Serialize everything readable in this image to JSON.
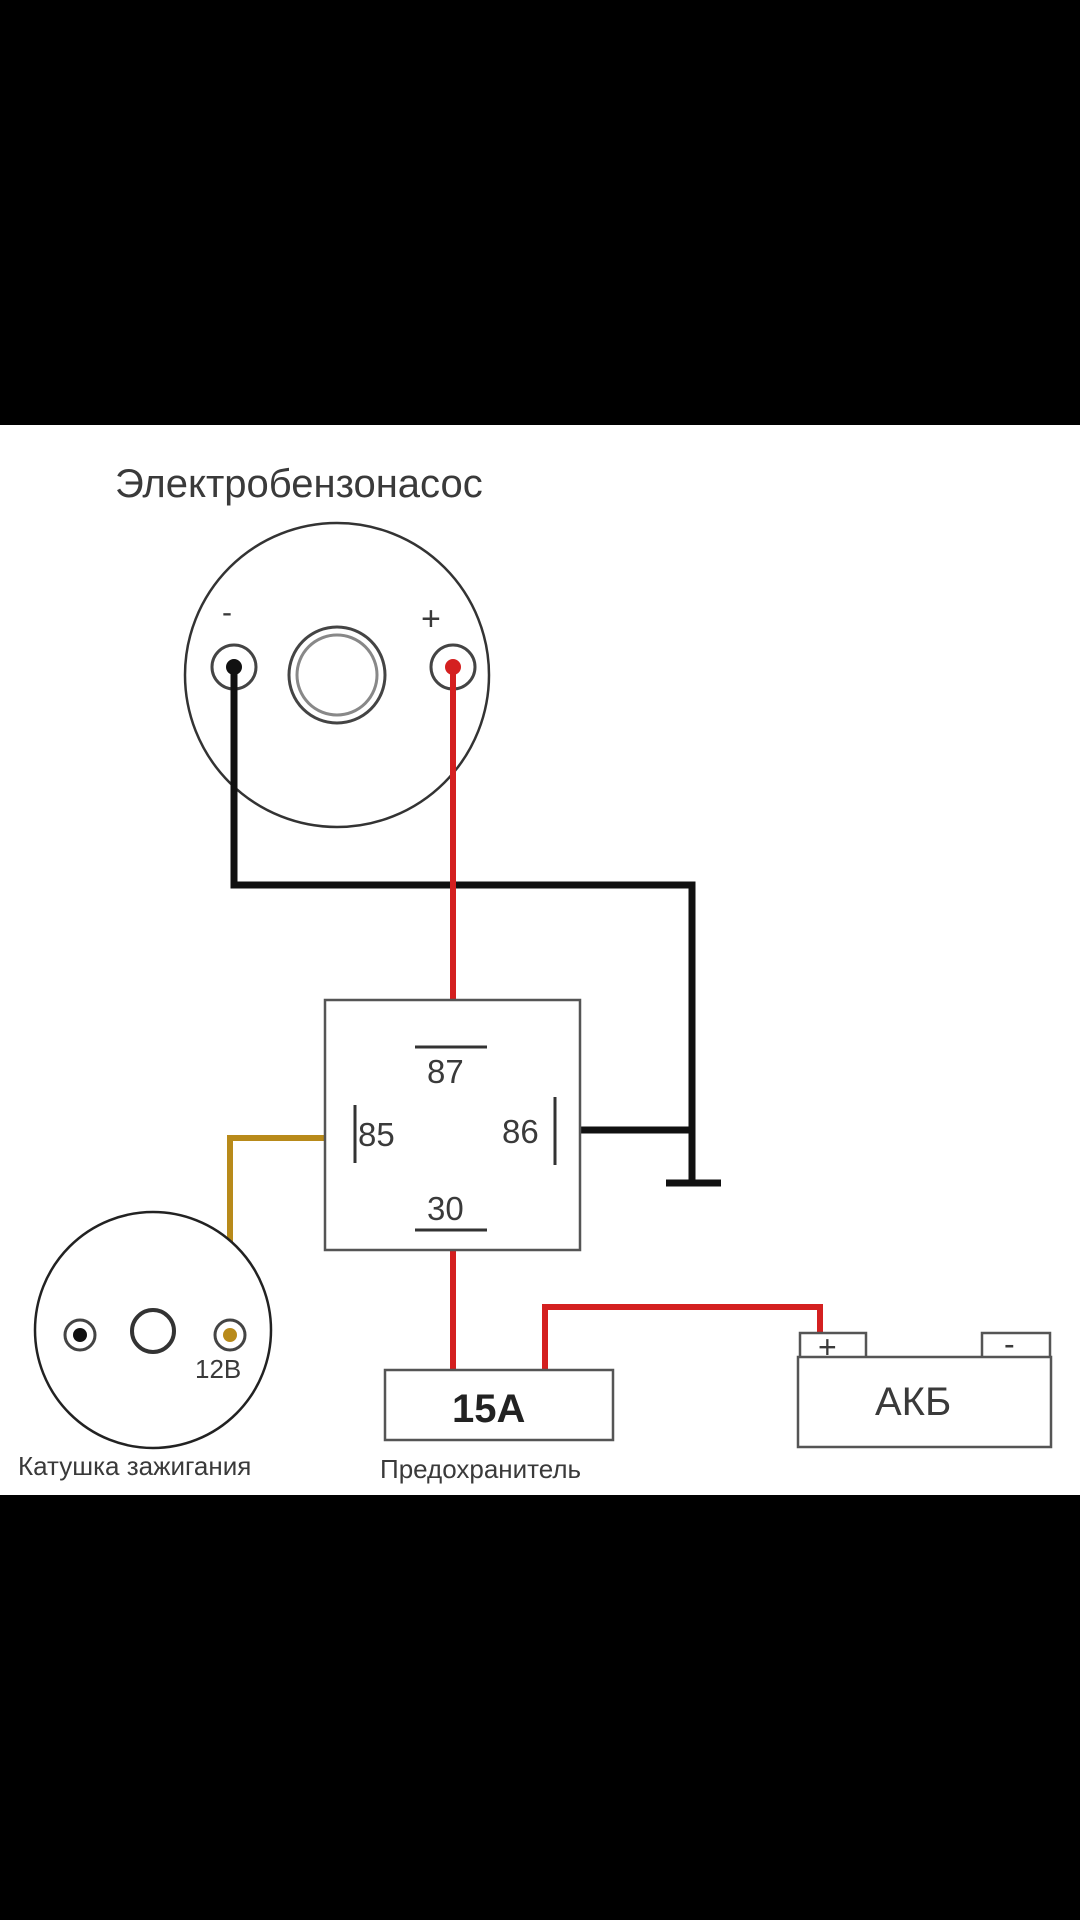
{
  "diagram": {
    "pump": {
      "title": "Электробензонасос",
      "minus": "-",
      "plus": "+"
    },
    "relay": {
      "pin87": "87",
      "pin85": "85",
      "pin86": "86",
      "pin30": "30"
    },
    "coil": {
      "label": "Катушка зажигания",
      "terminal": "12В"
    },
    "fuse": {
      "rating": "15A",
      "label": "Предохранитель"
    },
    "battery": {
      "label": "АКБ",
      "plus": "+",
      "minus": "-"
    }
  },
  "colors": {
    "positive_wire": "#d42020",
    "ground_wire": "#111111",
    "ignition_wire": "#b88a1a",
    "outline": "#555555"
  }
}
